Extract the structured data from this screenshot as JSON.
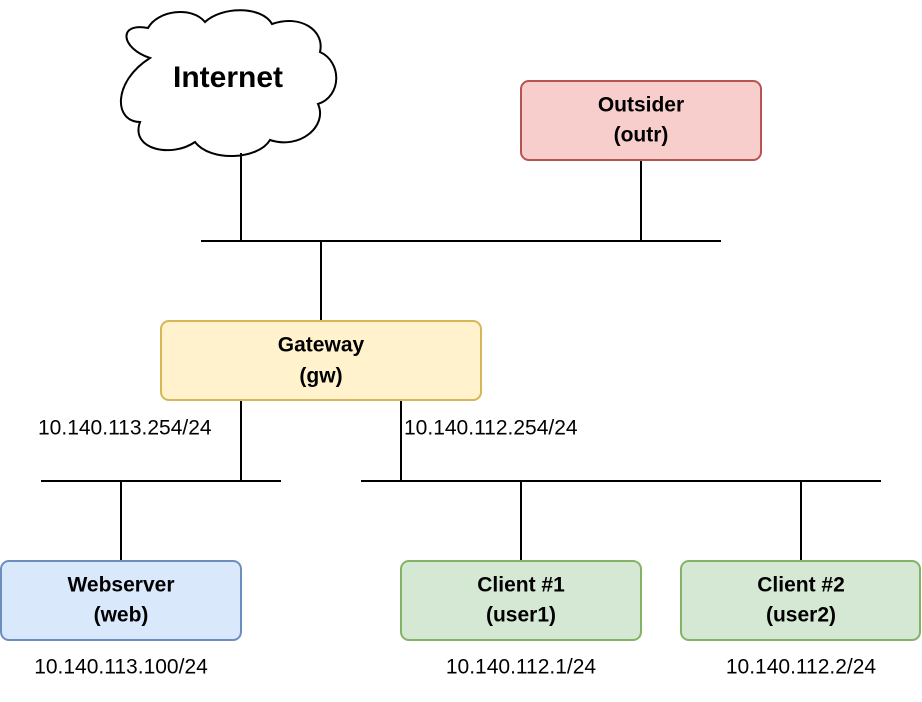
{
  "colors": {
    "outsider_fill": "#f8cecc",
    "outsider_stroke": "#b85450",
    "gateway_fill": "#fff2cc",
    "gateway_stroke": "#d6b656",
    "webserver_fill": "#dae8fc",
    "webserver_stroke": "#6c8ebf",
    "client_fill": "#d5e8d4",
    "client_stroke": "#82b366",
    "line": "#000000"
  },
  "internet": {
    "label": "Internet",
    "icon": "cloud-icon"
  },
  "outsider": {
    "name": "Outsider",
    "host": "(outr)"
  },
  "gateway": {
    "name": "Gateway",
    "host": "(gw)",
    "left_ip": "10.140.113.254/24",
    "right_ip": "10.140.112.254/24"
  },
  "webserver": {
    "name": "Webserver",
    "host": "(web)",
    "ip": "10.140.113.100/24"
  },
  "client1": {
    "name": "Client #1",
    "host": "(user1)",
    "ip": "10.140.112.1/24"
  },
  "client2": {
    "name": "Client #2",
    "host": "(user2)",
    "ip": "10.140.112.2/24"
  }
}
